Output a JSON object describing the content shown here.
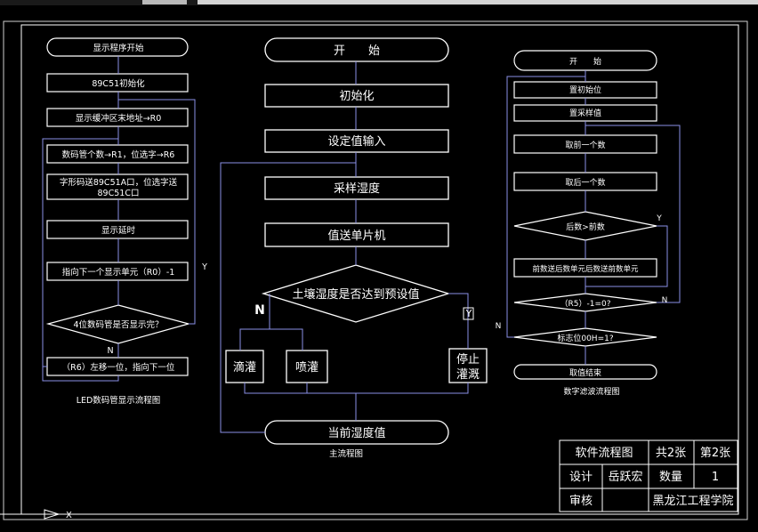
{
  "left": {
    "start": "显示程序开始",
    "init": "89C51初始化",
    "buffer": "显示缓冲区末地址→R0",
    "count": "数码管个数→R1，位选字→R6",
    "send_line1": "字形码送89C51A口，位选字送",
    "send_line2": "89C51C口",
    "delay": "显示延时",
    "next": "指向下一个显示单元（R0）-1",
    "decision": "4位数码管是否显示完？",
    "shift": "（R6）左移一位，指向下一位",
    "label_y": "Y",
    "label_n": "N",
    "caption": "LED数码管显示流程图"
  },
  "main": {
    "start": "开　　始",
    "init": "初始化",
    "setvalue": "设定值输入",
    "sample": "采样湿度",
    "send": "值送单片机",
    "decision": "土壤湿度是否达到预设值",
    "drip": "滴灌",
    "spray": "喷灌",
    "stop_line1": "停止",
    "stop_line2": "灌溉",
    "label_n": "N",
    "label_y": "Y",
    "current": "当前湿度值",
    "caption": "主流程图"
  },
  "right": {
    "start": "开　　始",
    "initpos": "置初始位",
    "sampleval": "置采样值",
    "takefirst": "取前一个数",
    "takenext": "取后一个数",
    "compare": "后数>前数",
    "swap": "前数送后数单元后数送前数单元",
    "r5": "（R5）-1=0?",
    "flag": "标志位00H=1?",
    "end": "取值结束",
    "label_y": "Y",
    "label_n1": "N",
    "label_n2": "N",
    "caption": "数字滤波流程图"
  },
  "titleblock": {
    "title": "软件流程图",
    "total": "共2张",
    "sheet": "第2张",
    "design": "设计",
    "designer": "岳跃宏",
    "qty_label": "数量",
    "qty": "1",
    "review": "审核",
    "school": "黑龙江工程学院"
  },
  "ucs": {
    "x": "X"
  }
}
